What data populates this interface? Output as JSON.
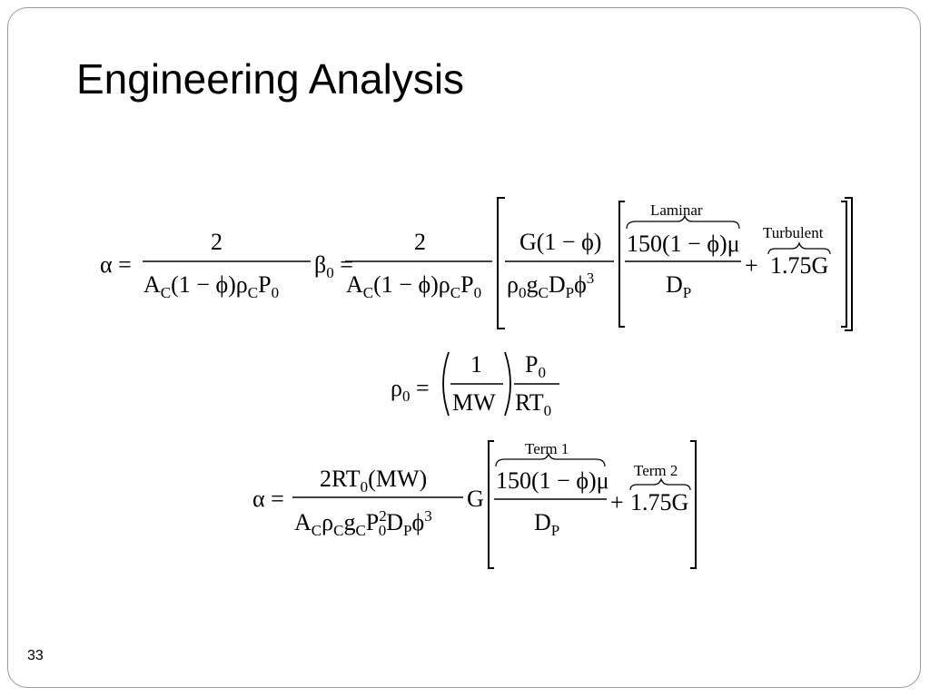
{
  "slide": {
    "title": "Engineering Analysis",
    "page_number": "33"
  },
  "equations": {
    "labels": {
      "laminar": "Laminar",
      "turbulent": "Turbulent",
      "term1": "Term 1",
      "term2": "Term 2"
    }
  }
}
